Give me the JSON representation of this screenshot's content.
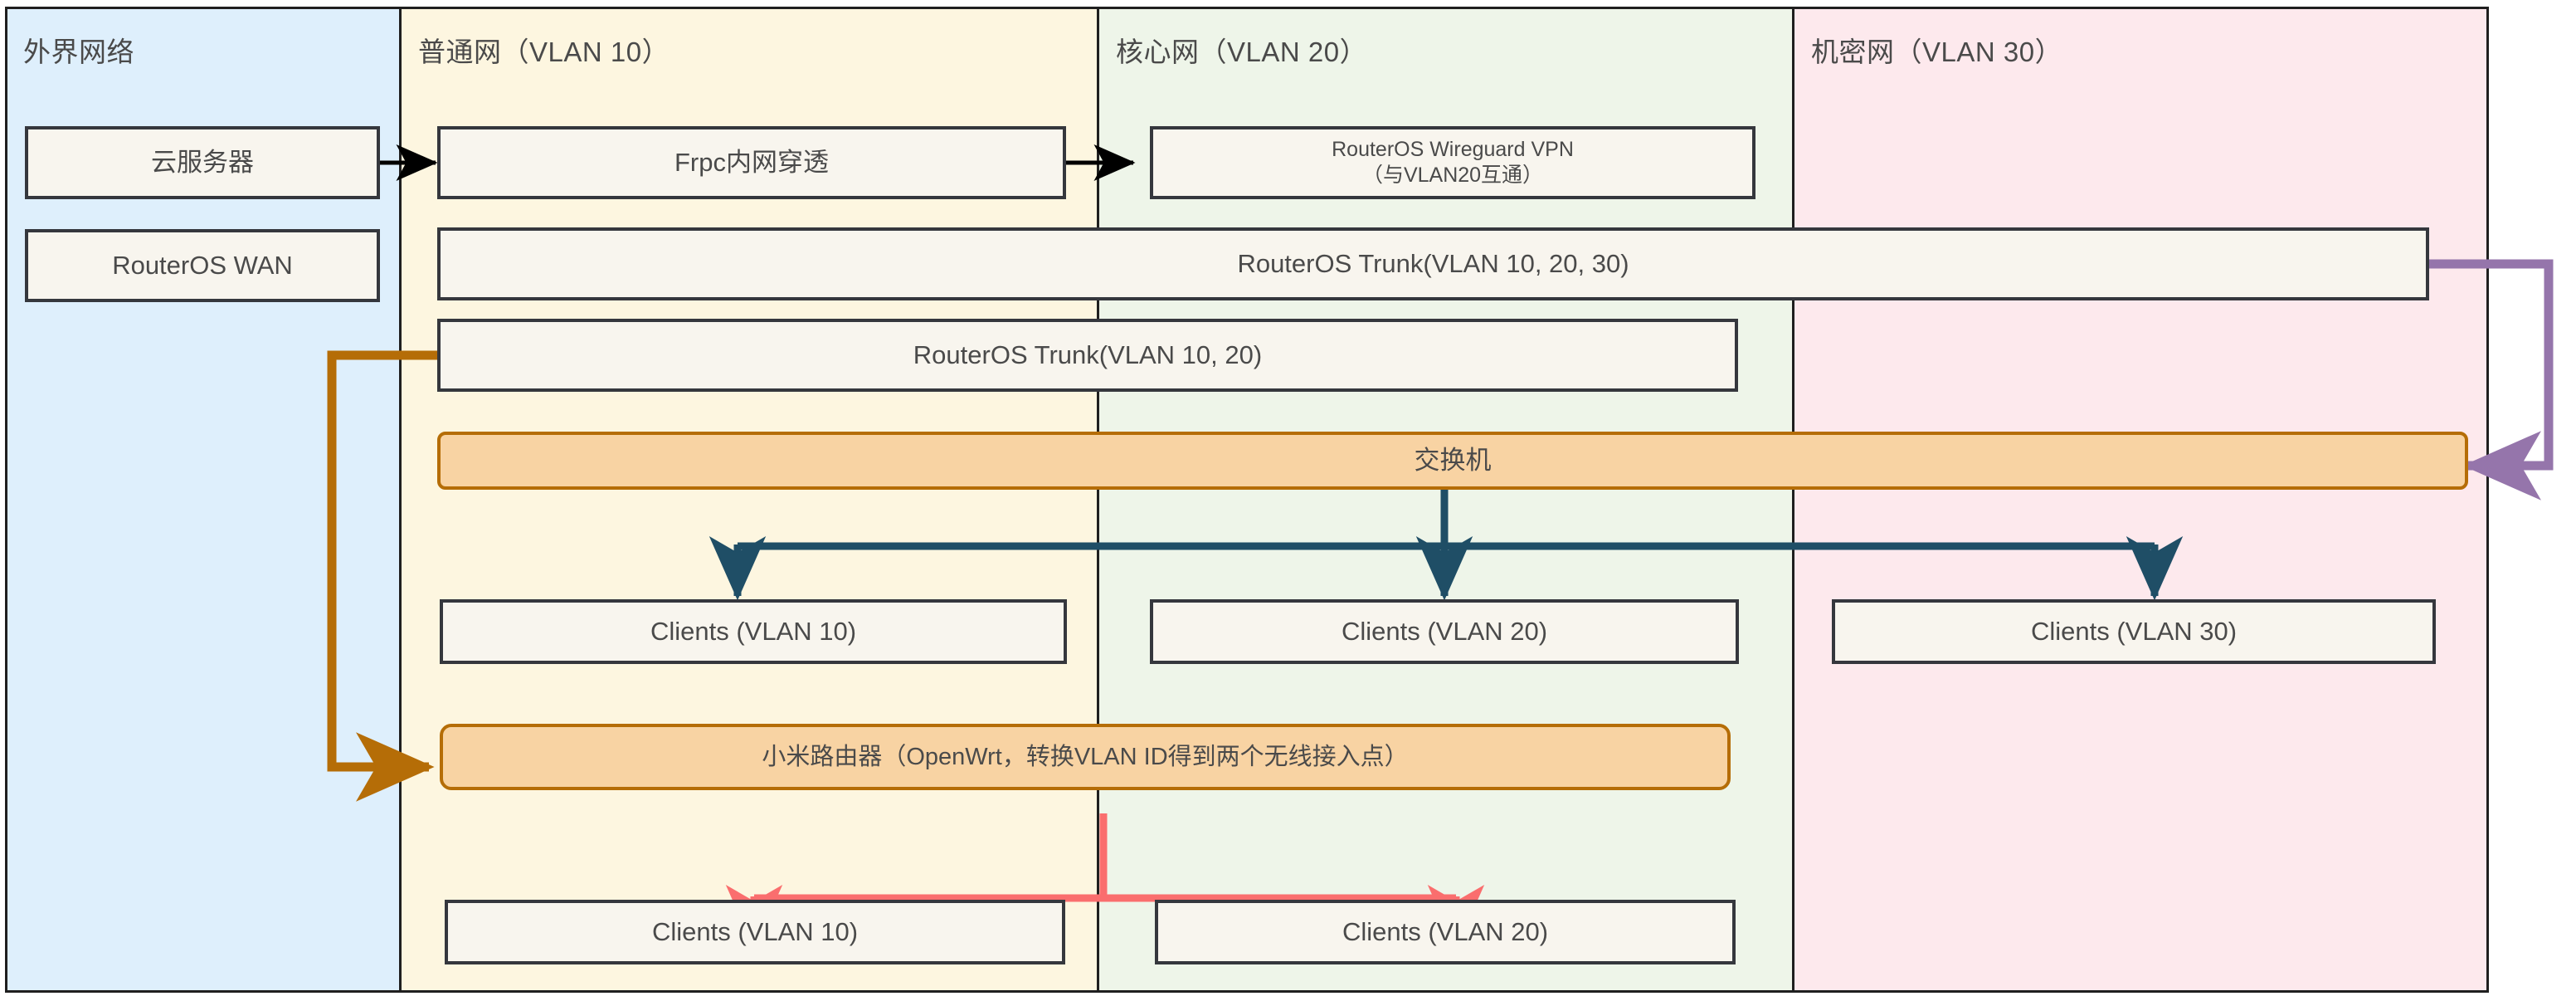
{
  "diagram": {
    "title": "VLAN network topology",
    "colors": {
      "lane_external": "#deeffc",
      "lane_vlan10": "#fdf6e0",
      "lane_vlan20": "#eef5e9",
      "lane_vlan30": "#fde9ed",
      "node_fill": "#f8f5ee",
      "node_stroke": "#35373d",
      "highlight_fill": "#f8d3a3",
      "highlight_stroke": "#b56d07",
      "arrow_dark": "#1f4e66",
      "arrow_black": "#000000",
      "arrow_orange": "#b56d07",
      "arrow_purple": "#9575ab",
      "arrow_pink": "#fa6e6e"
    },
    "lanes": [
      {
        "id": "external",
        "title": "外界网络"
      },
      {
        "id": "vlan10",
        "title": "普通网（VLAN 10）"
      },
      {
        "id": "vlan20",
        "title": "核心网（VLAN 20）"
      },
      {
        "id": "vlan30",
        "title": "机密网（VLAN 30）"
      }
    ],
    "nodes": {
      "cloud_server": "云服务器",
      "routeros_wan": "RouterOS WAN",
      "frpc": "Frpc内网穿透",
      "wireguard_line1": "RouterOS Wireguard VPN",
      "wireguard_line2": "（与VLAN20互通）",
      "trunk_all": "RouterOS Trunk(VLAN 10, 20, 30)",
      "trunk_1020": "RouterOS Trunk(VLAN 10, 20)",
      "switch": "交换机",
      "clients_v10": "Clients (VLAN 10)",
      "clients_v20": "Clients (VLAN 20)",
      "clients_v30": "Clients (VLAN 30)",
      "xiaomi_router": "小米路由器（OpenWrt，转换VLAN ID得到两个无线接入点）",
      "wifi_clients_v10": "Clients (VLAN 10)",
      "wifi_clients_v20": "Clients (VLAN 20)"
    },
    "edges": [
      {
        "id": "cloud-to-frpc",
        "from": "cloud_server",
        "to": "frpc",
        "color": "#000000"
      },
      {
        "id": "frpc-to-wireguard",
        "from": "frpc",
        "to": "wireguard",
        "color": "#000000"
      },
      {
        "id": "trunkall-to-switch",
        "from": "trunk_all",
        "to": "switch",
        "color": "#9575ab"
      },
      {
        "id": "trunk1020-to-xiaomi",
        "from": "trunk_1020",
        "to": "xiaomi_router",
        "color": "#b56d07"
      },
      {
        "id": "switch-to-clients10",
        "from": "switch",
        "to": "clients_v10",
        "color": "#1f4e66"
      },
      {
        "id": "switch-to-clients20",
        "from": "switch",
        "to": "clients_v20",
        "color": "#1f4e66"
      },
      {
        "id": "switch-to-clients30",
        "from": "switch",
        "to": "clients_v30",
        "color": "#1f4e66"
      },
      {
        "id": "xiaomi-to-wifi10",
        "from": "xiaomi_router",
        "to": "wifi_clients_v10",
        "color": "#fa6e6e"
      },
      {
        "id": "xiaomi-to-wifi20",
        "from": "xiaomi_router",
        "to": "wifi_clients_v20",
        "color": "#fa6e6e"
      }
    ]
  }
}
